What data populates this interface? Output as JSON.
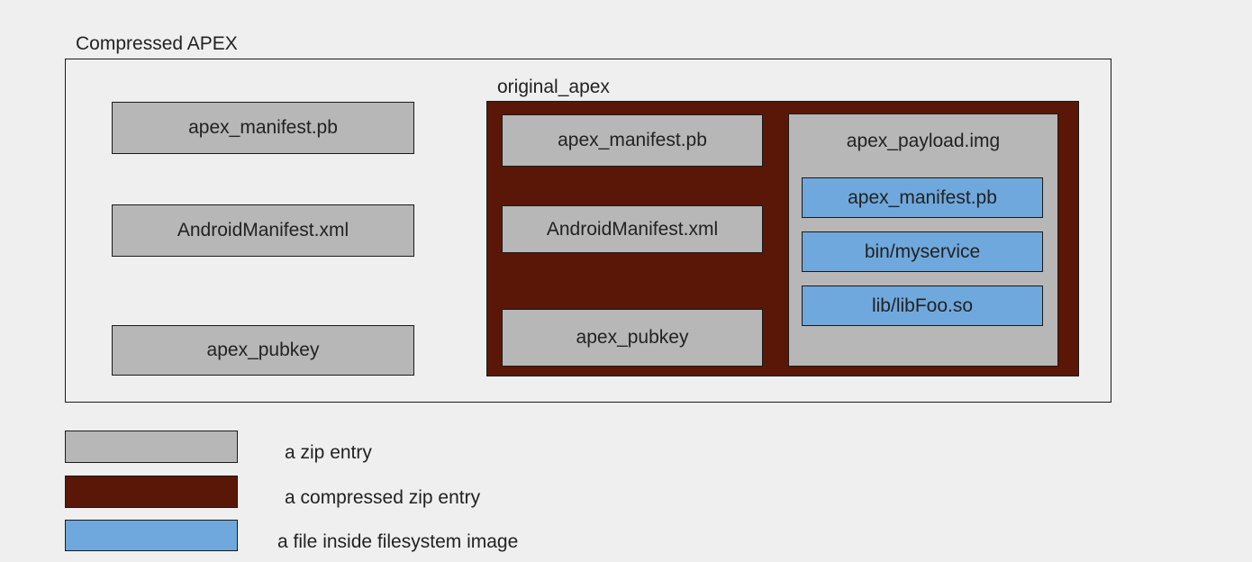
{
  "compressed_apex": {
    "title": "Compressed APEX",
    "entries": [
      "apex_manifest.pb",
      "AndroidManifest.xml",
      "apex_pubkey"
    ]
  },
  "original_apex": {
    "title": "original_apex",
    "entries": [
      "apex_manifest.pb",
      "AndroidManifest.xml",
      "apex_pubkey"
    ],
    "payload": {
      "title": "apex_payload.img",
      "files": [
        "apex_manifest.pb",
        "bin/myservice",
        "lib/libFoo.so"
      ]
    }
  },
  "legend": [
    {
      "label": "a zip entry",
      "color": "#b7b7b7"
    },
    {
      "label": "a compressed zip entry",
      "color": "#5a1707"
    },
    {
      "label": "a file inside filesystem image",
      "color": "#6fa8dc"
    }
  ]
}
